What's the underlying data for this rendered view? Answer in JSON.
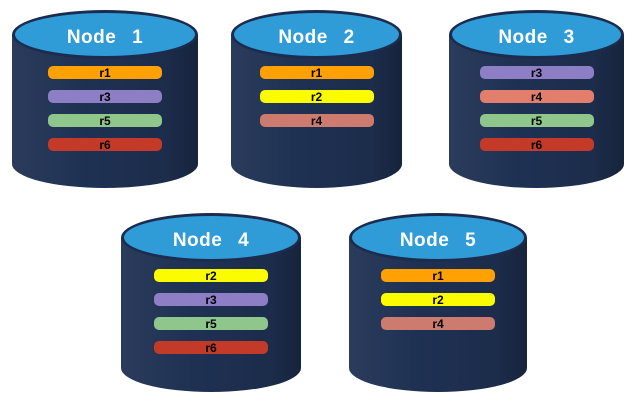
{
  "colors": {
    "cylinder_body": "#1F3153",
    "cylinder_top": "#2F9BD7",
    "cylinder_outline": "#1B2C4E",
    "bar_text": "#000000",
    "title_text": "#FFFFFF"
  },
  "nodes": [
    {
      "label": "Node 1",
      "replicas": [
        {
          "label": "r1",
          "color": "#FFA104"
        },
        {
          "label": "r3",
          "color": "#8D7EC5"
        },
        {
          "label": "r5",
          "color": "#8FC68B"
        },
        {
          "label": "r6",
          "color": "#C33B28"
        }
      ]
    },
    {
      "label": "Node 2",
      "replicas": [
        {
          "label": "r1",
          "color": "#FFA104"
        },
        {
          "label": "r2",
          "color": "#FCFC00"
        },
        {
          "label": "r4",
          "color": "#CD7B6F"
        }
      ]
    },
    {
      "label": "Node 3",
      "replicas": [
        {
          "label": "r3",
          "color": "#8D7EC5"
        },
        {
          "label": "r4",
          "color": "#E27F6C"
        },
        {
          "label": "r5",
          "color": "#8FC68B"
        },
        {
          "label": "r6",
          "color": "#C33B28"
        }
      ]
    },
    {
      "label": "Node 4",
      "replicas": [
        {
          "label": "r2",
          "color": "#FCFC00"
        },
        {
          "label": "r3",
          "color": "#8D7EC5"
        },
        {
          "label": "r5",
          "color": "#8FC68B"
        },
        {
          "label": "r6",
          "color": "#C33B28"
        }
      ]
    },
    {
      "label": "Node 5",
      "replicas": [
        {
          "label": "r1",
          "color": "#FFA104"
        },
        {
          "label": "r2",
          "color": "#FCFC00"
        },
        {
          "label": "r4",
          "color": "#CD7B6F"
        }
      ]
    }
  ]
}
